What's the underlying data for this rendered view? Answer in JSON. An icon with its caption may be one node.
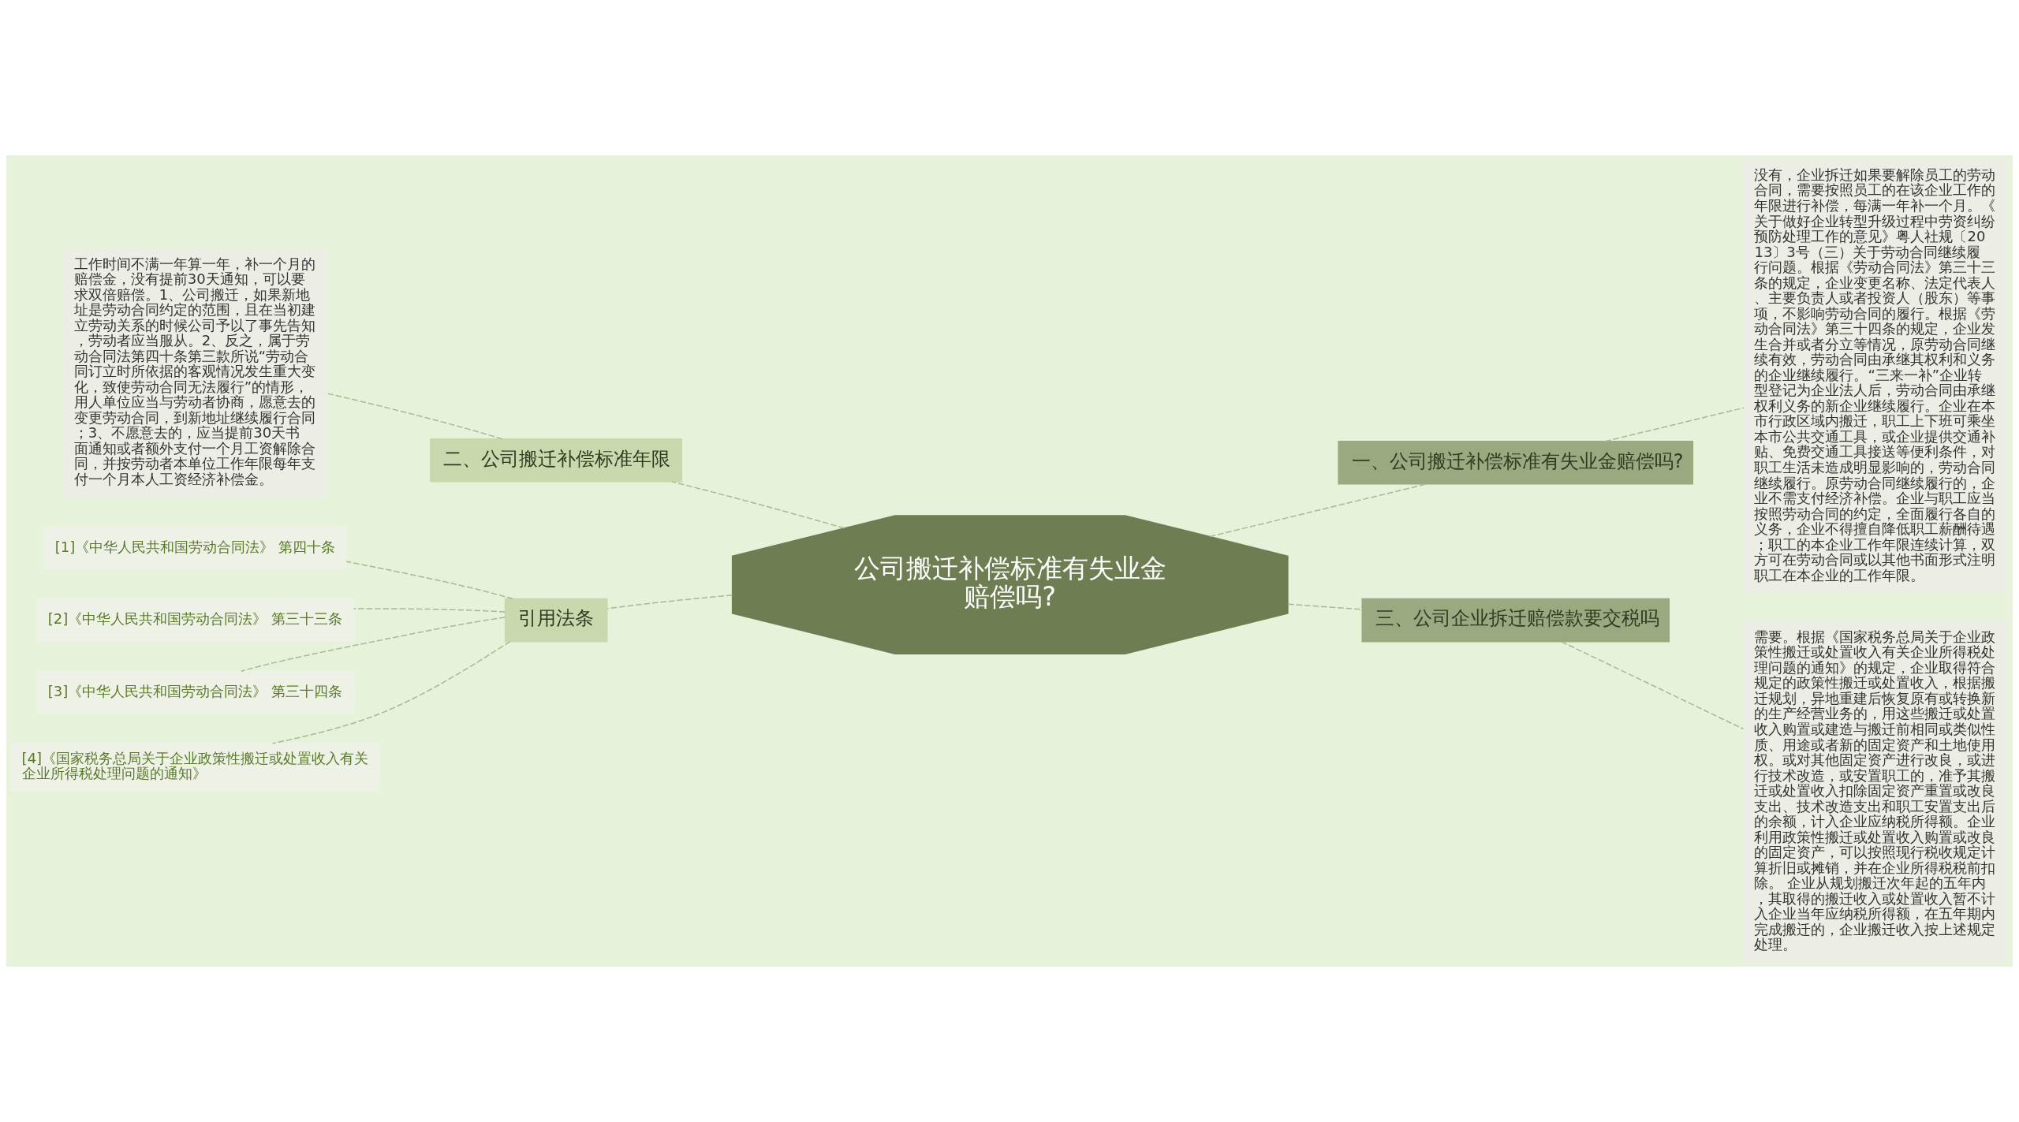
{
  "diagram": {
    "nodes": [
      {
        "text": [
          "公司搬迁补偿标准有失业金赔偿吗?"
        ]
      },
      {
        "text": [
          "一、公司搬迁补偿标准有失业金赔偿吗?"
        ]
      },
      {
        "text": [
          "没有，企业拆迁如果要解除员工的劳动合同，需要按照员工的在该企业工作的年限进行补偿，每满一年补一个月。《关于做好企业转型升级过程中劳资纠纷预防处理工作的意见》粤人社规〔2013〕3号（三）关于劳动合同继续履行问题。根据《劳动合同法》第三十三条的规定，企业变更名称、法定代表人、主要负责人或者投资人（股东）等事项，不影响劳动合同的履行。根据《劳动合同法》第三十四条的规定，企业发生合并或者分立等情况，原劳动合同继续有效，劳动合同由承继其权利和义务的企业继续履行。“三来一补”企业转型登记为企业法人后，劳动合同由承继权利义务的新企业继续履行。企业在本市行政区域内搬迁，职工上下班可乘坐本市公共交通工具，或企业提供交通补贴、免费交通工具接送等便利条件，对职工生活未造成明显影响的，劳动合同继续履行。原劳动合同继续履行的，企业不需支付经济补偿。企业与职工应当按照劳动合同的约定，全面履行各自的义务，企业不得擅自降低职工薪酬待遇；职工的本企业工作年限连续计算，双方可在劳动合同或以其他书面形式注明职工在本企业的工作年限。"
        ]
      },
      {
        "text": [
          "二、公司搬迁补偿标准年限"
        ]
      },
      {
        "text": [
          "工作时间不满一年算一年，补一个月的赔偿金，没有提前30天通知，可以要求双倍赔偿。1、公司搬迁，如果新地址是劳动合同约定的范围，且在当初建立劳动关系的时候公司予以了事先告知，劳动者应当服从。2、反之，属于劳动合同法第四十条第三款所说“劳动合同订立时所依据的客观情况发生重大变化，致使劳动合同无法履行”的情形，用人单位应当与劳动者协商，愿意去的变更劳动合同，到新地址继续履行合同；3、不愿意去的，应当提前30天书面通知或者额外支付一个月工资解除合同，并按劳动者本单位工作年限每年支付一个月本人工资经济补偿金。"
        ]
      },
      {
        "text": [
          "三、公司企业拆迁赔偿款要交税吗"
        ]
      },
      {
        "text": [
          "需要。根据《国家税务总局关于企业政策性搬迁或处置收入有关企业所得税处理问题的通知》的规定，企业取得符合规定的政策性搬迁或处置收入，根据搬迁规划，异地重建后恢复原有或转换新的生产经营业务的，用这些搬迁或处置收入购置或建造与搬迁前相同或类似性质、用途或者新的固定资产和土地使用权。或对其他固定资产进行改良，或进行技术改造，或安置职工的，准予其搬迁或处置收入扣除固定资产重置或改良支出、技术改造支出和职工安置支出后的余额，计入企业应纳税所得额。企业利用政策性搬迁或处置收入购置或改良的固定资产，可以按照现行税收规定计算折旧或摊销，并在企业所得税税前扣除。 企业从规划搬迁次年起的五年内，其取得的搬迁收入或处置收入暂不计入企业当年应纳税所得额，在五年期内完成搬迁的，企业搬迁收入按上述规定处理。"
        ]
      },
      {
        "text": [
          "引用法条"
        ]
      },
      {
        "text": [
          "[1]《中华人民共和国劳动合同法》 第四十条"
        ]
      },
      {
        "text": [
          "[2]《中华人民共和国劳动合同法》 第三十三条"
        ]
      },
      {
        "text": [
          "[3]《中华人民共和国劳动合同法》 第三十四条"
        ]
      },
      {
        "text": [
          "[4]《国家税务总局关于企业政策性搬迁或处置收入有关企业所得税处理问题的通知》"
        ]
      }
    ],
    "edges": [
      {
        "from": 0,
        "to": 1,
        "arrow": "none",
        "style": "dashed"
      },
      {
        "from": 1,
        "to": 2,
        "arrow": "none",
        "style": "dashed"
      },
      {
        "from": 0,
        "to": 3,
        "arrow": "none",
        "style": "dashed"
      },
      {
        "from": 3,
        "to": 4,
        "arrow": "none",
        "style": "dashed"
      },
      {
        "from": 0,
        "to": 5,
        "arrow": "none",
        "style": "dashed"
      },
      {
        "from": 5,
        "to": 6,
        "arrow": "none",
        "style": "dashed"
      },
      {
        "from": 0,
        "to": 7,
        "arrow": "none",
        "style": "dashed"
      },
      {
        "from": 7,
        "to": 8,
        "arrow": "none",
        "style": "dashed"
      },
      {
        "from": 7,
        "to": 9,
        "arrow": "none",
        "style": "dashed"
      },
      {
        "from": 7,
        "to": 10,
        "arrow": "none",
        "style": "dashed"
      },
      {
        "from": 7,
        "to": 11,
        "arrow": "none",
        "style": "dashed"
      }
    ]
  }
}
